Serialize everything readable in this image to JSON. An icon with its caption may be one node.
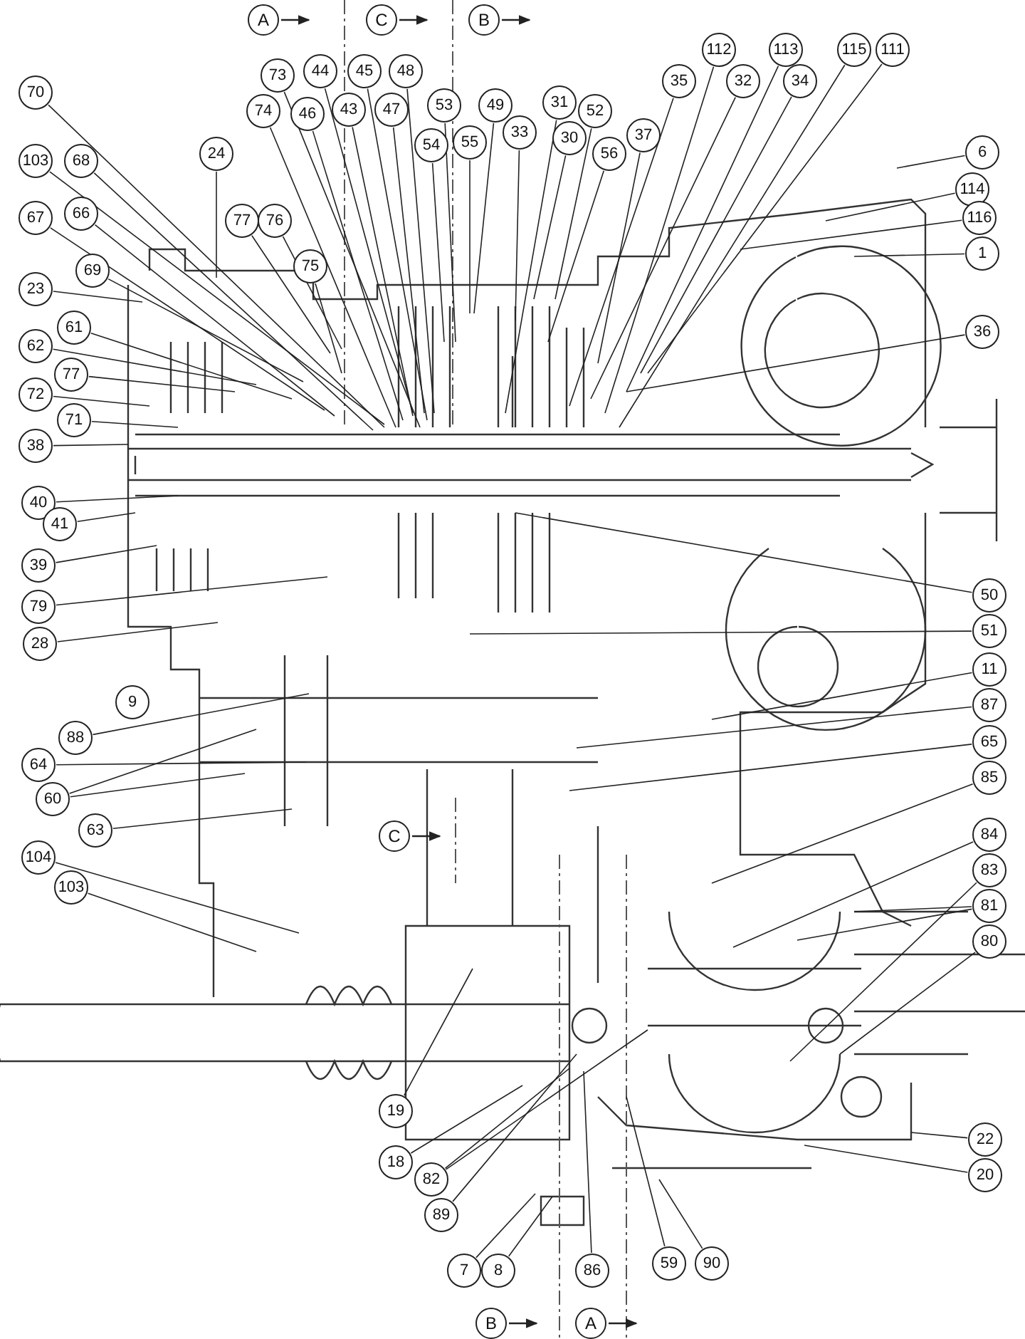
{
  "diagram": {
    "nodes": [
      {
        "text": [
          "70"
        ]
      },
      {
        "text": [
          "103"
        ]
      },
      {
        "text": [
          "68"
        ]
      },
      {
        "text": [
          "24"
        ]
      },
      {
        "text": [
          "67"
        ]
      },
      {
        "text": [
          "66"
        ]
      },
      {
        "text": [
          "69"
        ]
      },
      {
        "text": [
          "23"
        ]
      },
      {
        "text": [
          "61"
        ]
      },
      {
        "text": [
          "62"
        ]
      },
      {
        "text": [
          "77"
        ]
      },
      {
        "text": [
          "72"
        ]
      },
      {
        "text": [
          "71"
        ]
      },
      {
        "text": [
          "38"
        ]
      },
      {
        "text": [
          "40"
        ]
      },
      {
        "text": [
          "41"
        ]
      },
      {
        "text": [
          "39"
        ]
      },
      {
        "text": [
          "79"
        ]
      },
      {
        "text": [
          "28"
        ]
      },
      {
        "text": [
          "88"
        ]
      },
      {
        "text": [
          "64"
        ]
      },
      {
        "text": [
          "60"
        ]
      },
      {
        "text": [
          "63"
        ]
      },
      {
        "text": [
          "104"
        ]
      },
      {
        "text": [
          "103"
        ]
      },
      {
        "text": [
          "73"
        ]
      },
      {
        "text": [
          "44"
        ]
      },
      {
        "text": [
          "45"
        ]
      },
      {
        "text": [
          "48"
        ]
      },
      {
        "text": [
          "74"
        ]
      },
      {
        "text": [
          "46"
        ]
      },
      {
        "text": [
          "43"
        ]
      },
      {
        "text": [
          "47"
        ]
      },
      {
        "text": [
          "53"
        ]
      },
      {
        "text": [
          "49"
        ]
      },
      {
        "text": [
          "54"
        ]
      },
      {
        "text": [
          "55"
        ]
      },
      {
        "text": [
          "77"
        ]
      },
      {
        "text": [
          "76"
        ]
      },
      {
        "text": [
          "75"
        ]
      },
      {
        "text": [
          "31"
        ]
      },
      {
        "text": [
          "33"
        ]
      },
      {
        "text": [
          "30"
        ]
      },
      {
        "text": [
          "52"
        ]
      },
      {
        "text": [
          "56"
        ]
      },
      {
        "text": [
          "37"
        ]
      },
      {
        "text": [
          "35"
        ]
      },
      {
        "text": [
          "112"
        ]
      },
      {
        "text": [
          "32"
        ]
      },
      {
        "text": [
          "113"
        ]
      },
      {
        "text": [
          "34"
        ]
      },
      {
        "text": [
          "115"
        ]
      },
      {
        "text": [
          "111"
        ]
      },
      {
        "text": [
          "6"
        ]
      },
      {
        "text": [
          "114"
        ]
      },
      {
        "text": [
          "116"
        ]
      },
      {
        "text": [
          "1"
        ]
      },
      {
        "text": [
          "36"
        ]
      },
      {
        "text": [
          "50"
        ]
      },
      {
        "text": [
          "51"
        ]
      },
      {
        "text": [
          "11"
        ]
      },
      {
        "text": [
          "87"
        ]
      },
      {
        "text": [
          "65"
        ]
      },
      {
        "text": [
          "85"
        ]
      },
      {
        "text": [
          "84"
        ]
      },
      {
        "text": [
          "83"
        ]
      },
      {
        "text": [
          "81"
        ]
      },
      {
        "text": [
          "80"
        ]
      },
      {
        "text": [
          "22"
        ]
      },
      {
        "text": [
          "20"
        ]
      },
      {
        "text": [
          "19"
        ]
      },
      {
        "text": [
          "18"
        ]
      },
      {
        "text": [
          "82"
        ]
      },
      {
        "text": [
          "89"
        ]
      },
      {
        "text": [
          "7"
        ]
      },
      {
        "text": [
          "8"
        ]
      },
      {
        "text": [
          "86"
        ]
      },
      {
        "text": [
          "59"
        ]
      },
      {
        "text": [
          "90"
        ]
      },
      {
        "text": [
          "A"
        ]
      },
      {
        "text": [
          "C"
        ]
      },
      {
        "text": [
          "B"
        ]
      },
      {
        "text": [
          "9"
        ]
      },
      {
        "text": [
          "C"
        ]
      },
      {
        "text": [
          "B"
        ]
      },
      {
        "text": [
          "A"
        ]
      }
    ],
    "edges": [
      {
        "from": 0,
        "to": null,
        "arrow": "none"
      },
      {
        "from": 1,
        "to": null,
        "arrow": "none"
      },
      {
        "from": 2,
        "to": null,
        "arrow": "none"
      },
      {
        "from": 3,
        "to": null,
        "arrow": "none"
      },
      {
        "from": 4,
        "to": null,
        "arrow": "none"
      },
      {
        "from": 5,
        "to": null,
        "arrow": "none"
      },
      {
        "from": 6,
        "to": null,
        "arrow": "none"
      },
      {
        "from": 7,
        "to": null,
        "arrow": "none"
      },
      {
        "from": 8,
        "to": null,
        "arrow": "none"
      },
      {
        "from": 9,
        "to": null,
        "arrow": "none"
      },
      {
        "from": 10,
        "to": null,
        "arrow": "none"
      },
      {
        "from": 11,
        "to": null,
        "arrow": "none"
      },
      {
        "from": 12,
        "to": null,
        "arrow": "none"
      },
      {
        "from": 13,
        "to": null,
        "arrow": "none"
      },
      {
        "from": 14,
        "to": null,
        "arrow": "none"
      },
      {
        "from": 15,
        "to": null,
        "arrow": "none"
      },
      {
        "from": 16,
        "to": null,
        "arrow": "none"
      },
      {
        "from": 17,
        "to": null,
        "arrow": "none"
      },
      {
        "from": 18,
        "to": null,
        "arrow": "none"
      },
      {
        "from": 19,
        "to": null,
        "arrow": "none"
      },
      {
        "from": 20,
        "to": null,
        "arrow": "none"
      },
      {
        "from": 21,
        "to": null,
        "arrow": "none"
      },
      {
        "from": 21,
        "to": null,
        "arrow": "none"
      },
      {
        "from": 22,
        "to": null,
        "arrow": "none"
      },
      {
        "from": 23,
        "to": null,
        "arrow": "none"
      },
      {
        "from": 24,
        "to": null,
        "arrow": "none"
      },
      {
        "from": 25,
        "to": null,
        "arrow": "none"
      },
      {
        "from": 26,
        "to": null,
        "arrow": "none"
      },
      {
        "from": 27,
        "to": null,
        "arrow": "none"
      },
      {
        "from": 28,
        "to": null,
        "arrow": "none"
      },
      {
        "from": 29,
        "to": null,
        "arrow": "none"
      },
      {
        "from": 30,
        "to": null,
        "arrow": "none"
      },
      {
        "from": 31,
        "to": null,
        "arrow": "none"
      },
      {
        "from": 32,
        "to": null,
        "arrow": "none"
      },
      {
        "from": 33,
        "to": null,
        "arrow": "none"
      },
      {
        "from": 34,
        "to": null,
        "arrow": "none"
      },
      {
        "from": 35,
        "to": null,
        "arrow": "none"
      },
      {
        "from": 36,
        "to": null,
        "arrow": "none"
      },
      {
        "from": 37,
        "to": null,
        "arrow": "none"
      },
      {
        "from": 38,
        "to": null,
        "arrow": "none"
      },
      {
        "from": 39,
        "to": null,
        "arrow": "none"
      },
      {
        "from": 40,
        "to": null,
        "arrow": "none"
      },
      {
        "from": 41,
        "to": null,
        "arrow": "none"
      },
      {
        "from": 42,
        "to": null,
        "arrow": "none"
      },
      {
        "from": 43,
        "to": null,
        "arrow": "none"
      },
      {
        "from": 44,
        "to": null,
        "arrow": "none"
      },
      {
        "from": 45,
        "to": null,
        "arrow": "none"
      },
      {
        "from": 46,
        "to": null,
        "arrow": "none"
      },
      {
        "from": 47,
        "to": null,
        "arrow": "none"
      },
      {
        "from": 48,
        "to": null,
        "arrow": "none"
      },
      {
        "from": 49,
        "to": null,
        "arrow": "none"
      },
      {
        "from": 50,
        "to": null,
        "arrow": "none"
      },
      {
        "from": 51,
        "to": null,
        "arrow": "none"
      },
      {
        "from": 52,
        "to": null,
        "arrow": "none"
      },
      {
        "from": 53,
        "to": null,
        "arrow": "none"
      },
      {
        "from": 54,
        "to": null,
        "arrow": "none"
      },
      {
        "from": 55,
        "to": null,
        "arrow": "none"
      },
      {
        "from": 56,
        "to": null,
        "arrow": "none"
      },
      {
        "from": 57,
        "to": null,
        "arrow": "none"
      },
      {
        "from": 58,
        "to": null,
        "arrow": "none"
      },
      {
        "from": 59,
        "to": null,
        "arrow": "none"
      },
      {
        "from": 60,
        "to": null,
        "arrow": "none"
      },
      {
        "from": 61,
        "to": null,
        "arrow": "none"
      },
      {
        "from": 62,
        "to": null,
        "arrow": "none"
      },
      {
        "from": 63,
        "to": null,
        "arrow": "none"
      },
      {
        "from": 64,
        "to": null,
        "arrow": "none"
      },
      {
        "from": 65,
        "to": null,
        "arrow": "none"
      },
      {
        "from": 66,
        "to": null,
        "arrow": "none"
      },
      {
        "from": 66,
        "to": null,
        "arrow": "none"
      },
      {
        "from": 67,
        "to": null,
        "arrow": "none"
      },
      {
        "from": 68,
        "to": null,
        "arrow": "none"
      },
      {
        "from": 69,
        "to": null,
        "arrow": "none"
      },
      {
        "from": 70,
        "to": null,
        "arrow": "none"
      },
      {
        "from": 71,
        "to": null,
        "arrow": "none"
      },
      {
        "from": 72,
        "to": null,
        "arrow": "none"
      },
      {
        "from": 72,
        "to": null,
        "arrow": "none"
      },
      {
        "from": 73,
        "to": null,
        "arrow": "none"
      },
      {
        "from": 74,
        "to": null,
        "arrow": "none"
      },
      {
        "from": 75,
        "to": null,
        "arrow": "none"
      },
      {
        "from": 76,
        "to": null,
        "arrow": "none"
      },
      {
        "from": 77,
        "to": null,
        "arrow": "none"
      },
      {
        "from": 78,
        "to": null,
        "arrow": "none"
      },
      {
        "from": 79,
        "to": null,
        "arrow": "to"
      },
      {
        "from": 80,
        "to": null,
        "arrow": "to"
      },
      {
        "from": 81,
        "to": null,
        "arrow": "to"
      },
      {
        "from": 83,
        "to": null,
        "arrow": "to"
      },
      {
        "from": 84,
        "to": null,
        "arrow": "to"
      },
      {
        "from": 85,
        "to": null,
        "arrow": "to"
      }
    ]
  }
}
